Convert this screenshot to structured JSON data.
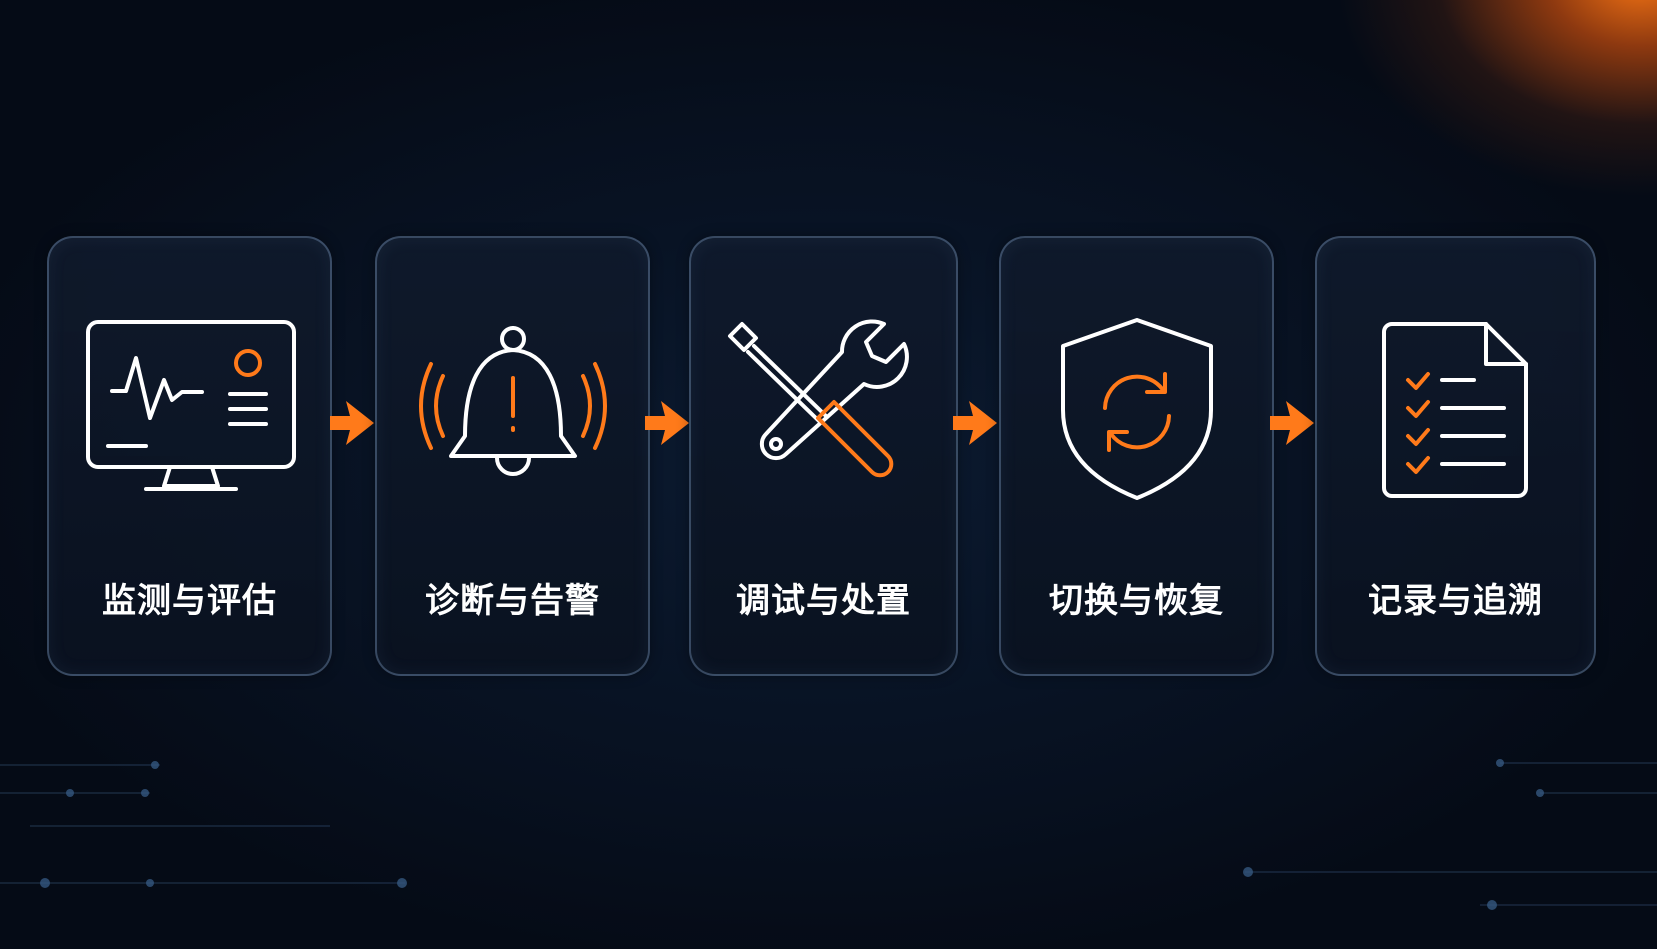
{
  "steps": [
    {
      "label": "监测与评估",
      "icon": "monitor-heartbeat-icon"
    },
    {
      "label": "诊断与告警",
      "icon": "alarm-bell-icon"
    },
    {
      "label": "调试与处置",
      "icon": "tools-icon"
    },
    {
      "label": "切换与恢复",
      "icon": "shield-refresh-icon"
    },
    {
      "label": "记录与追溯",
      "icon": "checklist-document-icon"
    }
  ],
  "colors": {
    "background": "#07101f",
    "accent": "#ff7a1a",
    "icon_stroke": "#ffffff",
    "card_border": "#7896b9"
  }
}
